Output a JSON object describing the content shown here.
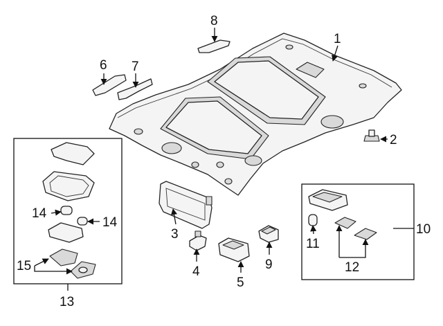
{
  "callouts": {
    "c1": "1",
    "c2": "2",
    "c3": "3",
    "c4": "4",
    "c5": "5",
    "c6": "6",
    "c7": "7",
    "c8": "8",
    "c9": "9",
    "c10": "10",
    "c11": "11",
    "c12": "12",
    "c13": "13",
    "c14a": "14",
    "c14b": "14",
    "c15": "15"
  },
  "colors": {
    "line": "#111111",
    "part_fill": "#f4f4f4",
    "shade": "#d9d9d9"
  }
}
